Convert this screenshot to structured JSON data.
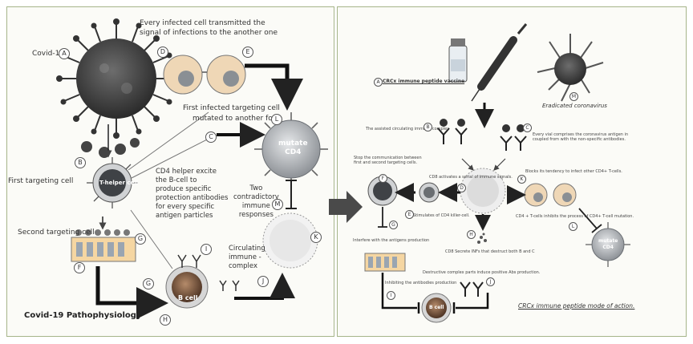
{
  "left": {
    "covid19": "Covid-19",
    "every_infected": "Every infected cell transmitted the",
    "every_infected2": "signal of infections to the another one",
    "first_infected": "First infected targeting cell",
    "first_infected2": "mutated to another form",
    "first_targeting": "First targeting cell",
    "t_helper": "T-helper cell",
    "second_targeting": "Second targeting cell",
    "cd4_helper": [
      "CD4 helper excite",
      "the B-cell to",
      "produce specific",
      "protection antibodies",
      "for every specific",
      "antigen particles"
    ],
    "two_contradictory": [
      "Two",
      "contradictory",
      "immune",
      "responses"
    ],
    "mutate_cd4": [
      "mutate",
      "CD4"
    ],
    "circulating": [
      "Circulating",
      "immune -",
      "complex"
    ],
    "b_cell": "B cell",
    "title": "Covid-19 Pathophysiology"
  },
  "right": {
    "vaccine": "CRCx immune peptide vaccine",
    "eradicated": "Eradicated coronavirus",
    "assisted": "The assisted circulating immune complex",
    "every_vial": [
      "Every vial comprises the coronavirus antigen in",
      "coupled from with the non-specific antibodies."
    ],
    "stop_comm": [
      "Stop the communication between",
      "first and second targeting cells."
    ],
    "cd8_activates": "CD8 activates a serial of immune signals.",
    "blocks": "Blocks its tendency to infect other CD4+ T-cells.",
    "stimulates": "Stimulates of CD4 killer-cell.",
    "cd4_inhibits": "CD4 + T-cells inhibits the process of CD4+ T-cell mutation.",
    "interfere": "Interfere with the antigens production",
    "cd8_secrete": "CD8 Secrete INFs that destruct both B and C",
    "destructive": "Destructive complex parts induce positive Abs production.",
    "inhibiting": "Inhibiting the antibodies production",
    "mode": "CRCx immune peptide mode of action.",
    "b_cell": "B cell",
    "mutate_cd4": [
      "mutate",
      "CD4"
    ]
  },
  "letters": {
    "A": "A",
    "B": "B",
    "C": "C",
    "D": "D",
    "E": "E",
    "F": "F",
    "G": "G",
    "H": "H",
    "I": "I",
    "J": "J",
    "K": "K",
    "L": "L",
    "M": "M"
  },
  "colors": {
    "panel_border": "#a6b58a",
    "virus": "#3c3c3c",
    "cell_orange": "#e8a463",
    "cell_gray": "#8b8f94",
    "arrow": "#222222"
  }
}
